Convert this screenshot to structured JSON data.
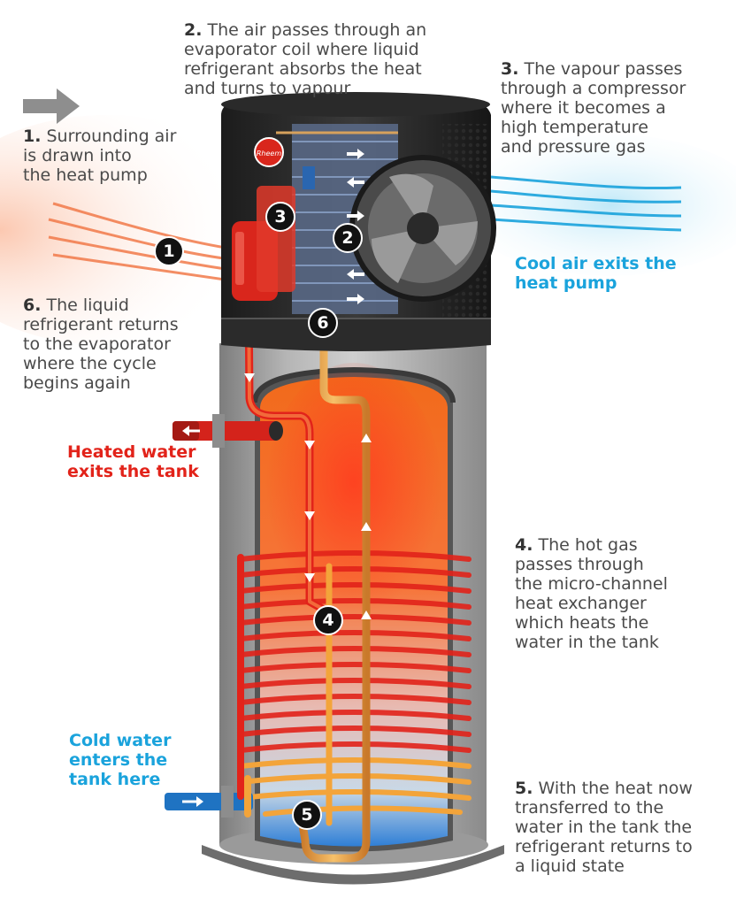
{
  "steps": [
    {
      "num": "1.",
      "text": "Surrounding air\nis drawn into\nthe heat pump"
    },
    {
      "num": "2.",
      "text": "The air passes through an\nevaporator coil where liquid\nrefrigerant absorbs the heat\nand turns to vapour"
    },
    {
      "num": "3.",
      "text": "The vapour passes\nthrough a compressor\nwhere it becomes a\nhigh temperature\nand pressure gas"
    },
    {
      "num": "4.",
      "text": "The hot gas\npasses through\nthe micro-channel\nheat exchanger\nwhich heats the\nwater in the tank"
    },
    {
      "num": "5.",
      "text": "With the heat now\ntransferred to the\nwater in the tank the\nrefrigerant returns to\na liquid state"
    },
    {
      "num": "6.",
      "text": "The liquid\nrefrigerant returns\nto the evaporator\nwhere the cycle\nbegins again"
    }
  ],
  "callouts": {
    "cool_air": "Cool air exits the\nheat pump",
    "heated_water": "Heated water\nexits the tank",
    "cold_water": "Cold water\nenters the\ntank here"
  },
  "badges": [
    "1",
    "2",
    "3",
    "4",
    "5",
    "6"
  ],
  "brand_logo_text": "Rheem",
  "colors": {
    "cool_blue": "#1aa3dc",
    "hot_red": "#e2231a",
    "copper": "#e8a13a",
    "warm_air": "#f27a4a"
  }
}
